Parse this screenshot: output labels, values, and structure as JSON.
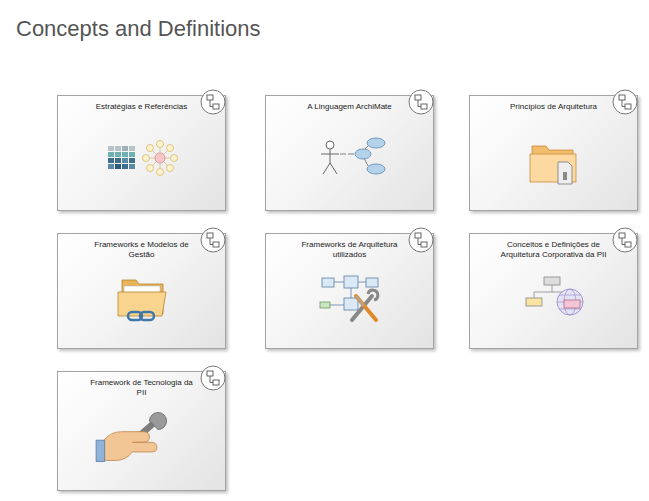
{
  "diagram": {
    "title": "Concepts and Definitions",
    "nodes": [
      {
        "text": [
          "Estratégias e Referências"
        ]
      },
      {
        "text": [
          "A Linguagem ArchiMate"
        ]
      },
      {
        "text": [
          "Princípios de Arquitetura"
        ]
      },
      {
        "text": [
          "Frameworks e Modelos de Gestão"
        ]
      },
      {
        "text": [
          "Frameworks de Arquitetura utilizados"
        ]
      },
      {
        "text": [
          "Conceitos e Definições de Arquitetura Corporativa da PII"
        ]
      },
      {
        "text": [
          "Framework de Tecnologia da PII"
        ]
      }
    ]
  }
}
